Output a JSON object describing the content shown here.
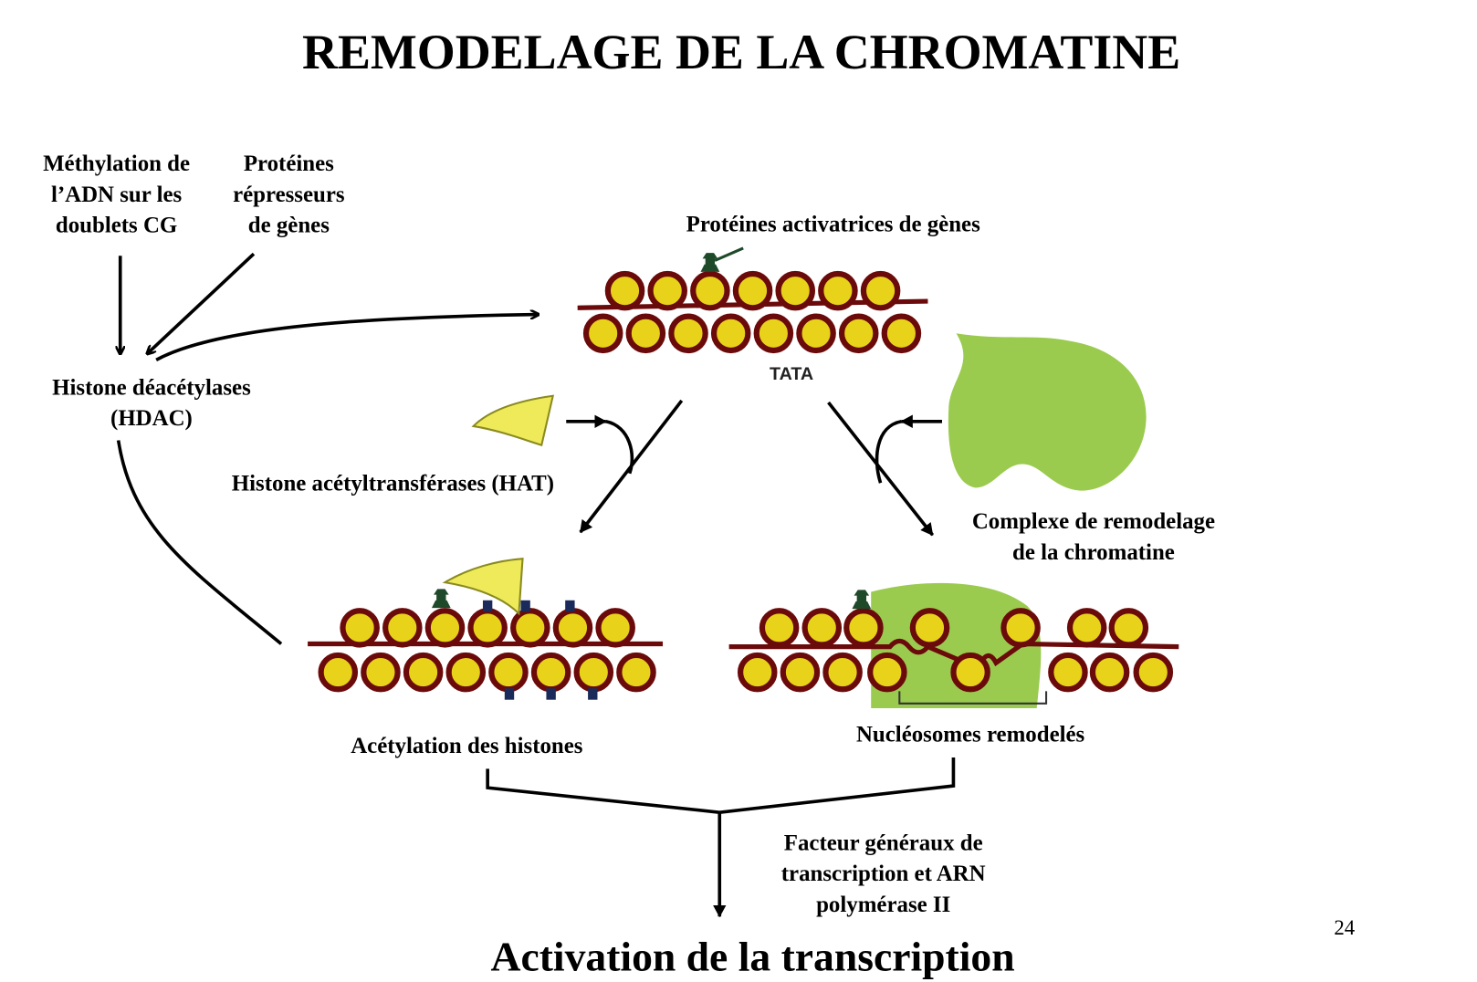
{
  "title": "REMODELAGE DE LA CHROMATINE",
  "labels": {
    "methylation": [
      "Méthylation de",
      "l’ADN sur les",
      "doublets CG"
    ],
    "repressors": [
      "Protéines",
      "répresseurs",
      "de gènes"
    ],
    "hdac": [
      "Histone déacétylases",
      "(HDAC)"
    ],
    "activators": "Protéines activatrices de gènes",
    "tata": "TATA",
    "hat": "Histone acétyltransférases (HAT)",
    "remodeling_complex": [
      "Complexe de remodelage",
      "de la chromatine"
    ],
    "acetylation": "Acétylation des histones",
    "remodeled": "Nucléosomes remodelés",
    "factors": [
      "Facteur généraux de",
      "transcription et ARN",
      "polymérase II"
    ],
    "result": "Activation de la transcription"
  },
  "page_number": "24",
  "colors": {
    "nucleosome_fill": "#e8d21a",
    "nucleosome_ring": "#6b0a0a",
    "remodeling_complex": "#9acb4f",
    "hat": "#eeea5a",
    "activator_protein": "#1f4a2a",
    "acetyl_mark": "#1a2a5a"
  }
}
